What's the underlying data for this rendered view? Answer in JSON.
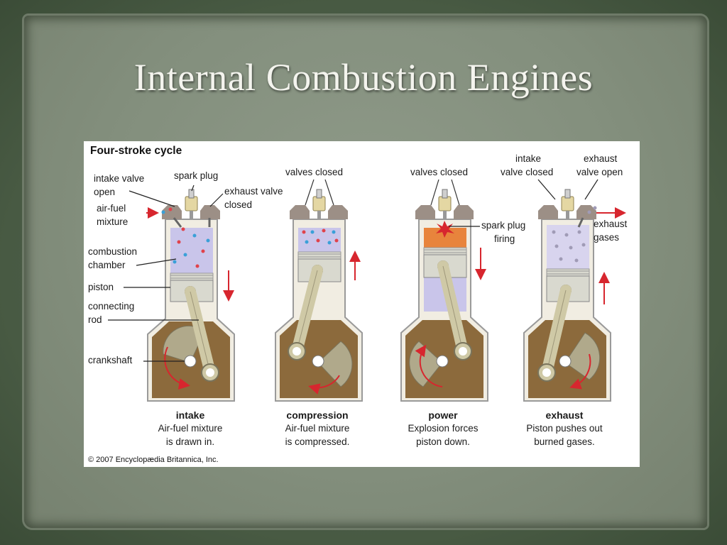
{
  "slide": {
    "title": "Internal Combustion Engines"
  },
  "figure": {
    "title": "Four-stroke cycle",
    "copyright": "© 2007 Encyclopædia Britannica, Inc.",
    "colors": {
      "crankcase": "#8c6a3c",
      "cylinder_intake": "#c9c5ea",
      "cylinder_power": "#e8843c",
      "piston": "#d9d9cf",
      "rod": "#cfc9a6",
      "arrow": "#d7262e"
    },
    "labels": {
      "intake_valve_open": [
        "intake valve",
        "open"
      ],
      "spark_plug": "spark plug",
      "exhaust_valve_closed": [
        "exhaust valve",
        "closed"
      ],
      "air_fuel_mixture": [
        "air-fuel",
        "mixture"
      ],
      "combustion_chamber": [
        "combustion",
        "chamber"
      ],
      "piston": "piston",
      "connecting_rod": [
        "connecting",
        "rod"
      ],
      "crankshaft": "crankshaft",
      "valves_closed_1": "valves closed",
      "valves_closed_2": "valves closed",
      "spark_plug_firing": [
        "spark plug",
        "firing"
      ],
      "intake_valve_closed": [
        "intake",
        "valve closed"
      ],
      "exhaust_valve_open": [
        "exhaust",
        "valve open"
      ],
      "exhaust_gases": [
        "exhaust",
        "gases"
      ]
    },
    "stages": [
      {
        "name": "intake",
        "desc": [
          "Air-fuel mixture",
          "is drawn in."
        ]
      },
      {
        "name": "compression",
        "desc": [
          "Air-fuel mixture",
          "is compressed."
        ]
      },
      {
        "name": "power",
        "desc": [
          "Explosion forces",
          "piston down."
        ]
      },
      {
        "name": "exhaust",
        "desc": [
          "Piston pushes out",
          "burned gases."
        ]
      }
    ]
  }
}
